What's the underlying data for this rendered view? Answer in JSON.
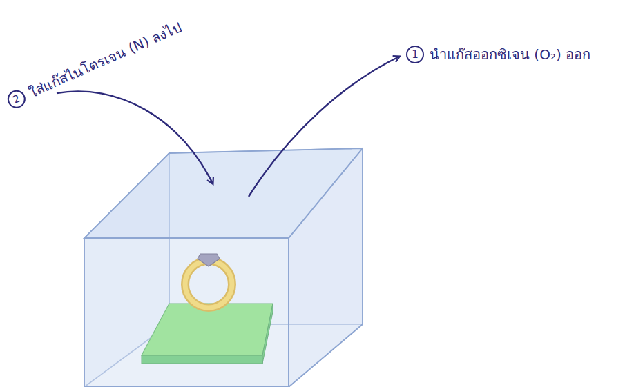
{
  "diagram": {
    "labels": [
      "1",
      "นำแก๊สออกซิเจน (O₂) ออก",
      "2",
      "ใส่แก๊สไนโตรเจน (N) ลงไป"
    ]
  }
}
